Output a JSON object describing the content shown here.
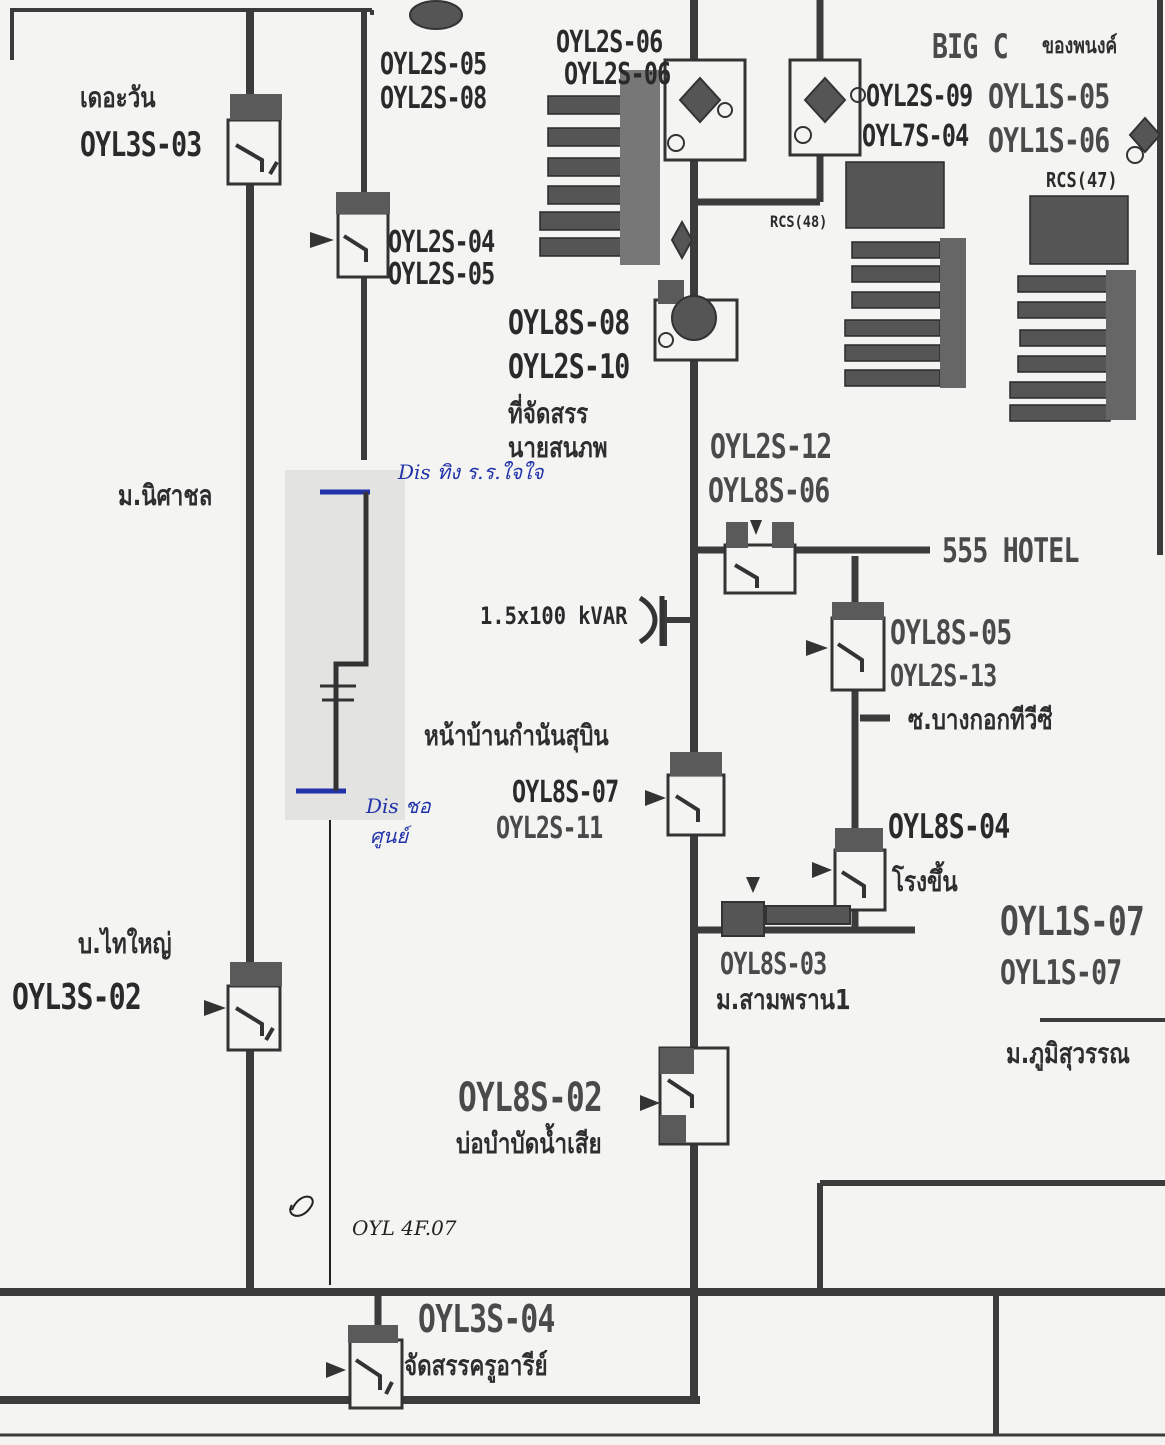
{
  "labels": {
    "oyl2s_05_top": "OYL2S-05",
    "oyl2s_08_top": "OYL2S-08",
    "oyl2s_06": "OYL2S-06",
    "oyl2s_06b": "OYL2S-06",
    "big_c": "BIG C",
    "shop_top": "ของพนงค์",
    "oyl2s_09": "OYL2S-09",
    "oyl7s_04": "OYL7S-04",
    "oyl1s_05": "OYL1S-05",
    "oyl1s_06": "OYL1S-06",
    "rcs47": "RCS(47)",
    "rcs48": "RCS(48)",
    "the_one": "เดอะวัน",
    "oyl3s_03": "OYL3S-03",
    "oyl2s_04": "OYL2S-04",
    "oyl2s_05": "OYL2S-05",
    "oyl8s_08": "OYL8S-08",
    "oyl2s_10": "OYL2S-10",
    "thai_alloc1": "ที่จัดสรร",
    "thai_alloc2": "นายสนภพ",
    "oyl2s_12": "OYL2S-12",
    "oyl8s_06": "OYL8S-06",
    "hotel": "555 HOTEL",
    "m_nitchon": "ม.นิศาชล",
    "dis_top": "Dis ทิง ร.ร.ใจใจ",
    "kvar": "1.5x100 kVAR",
    "oyl8s_05": "OYL8S-05",
    "oyl2s_13": "OYL2S-13",
    "bkk_tv": "ซ.บางกอกทีวีซี",
    "front_house": "หน้าบ้านกำนันสุบิน",
    "oyl8s_07": "OYL8S-07",
    "oyl2s_11": "OYL2S-11",
    "dis_bottom1": "Dis ชอ",
    "dis_bottom2": "ศูนย์",
    "oyl8s_04": "OYL8S-04",
    "factory": "โรงขึ้น",
    "oyl1s_07a": "OYL1S-07",
    "oyl1s_07b": "OYL1S-07",
    "b_thaiyai": "บ.ไทใหญ่",
    "oyl3s_02": "OYL3S-02",
    "oyl8s_03": "OYL8S-03",
    "sampran": "ม.สามพราน1",
    "phumisuwan": "ม.ภูมิสุวรรณ",
    "oyl8s_02": "OYL8S-02",
    "water_well": "บ่อบำบัดน้ำเสีย",
    "oyl4f_07": "OYL 4F.07",
    "oyl3s_04": "OYL3S-04",
    "alloc_guru": "จัดสรรครูอารีย์"
  },
  "colors": {
    "line": "#3a3a3a",
    "pen": "#2233aa",
    "ink": "#222222"
  }
}
